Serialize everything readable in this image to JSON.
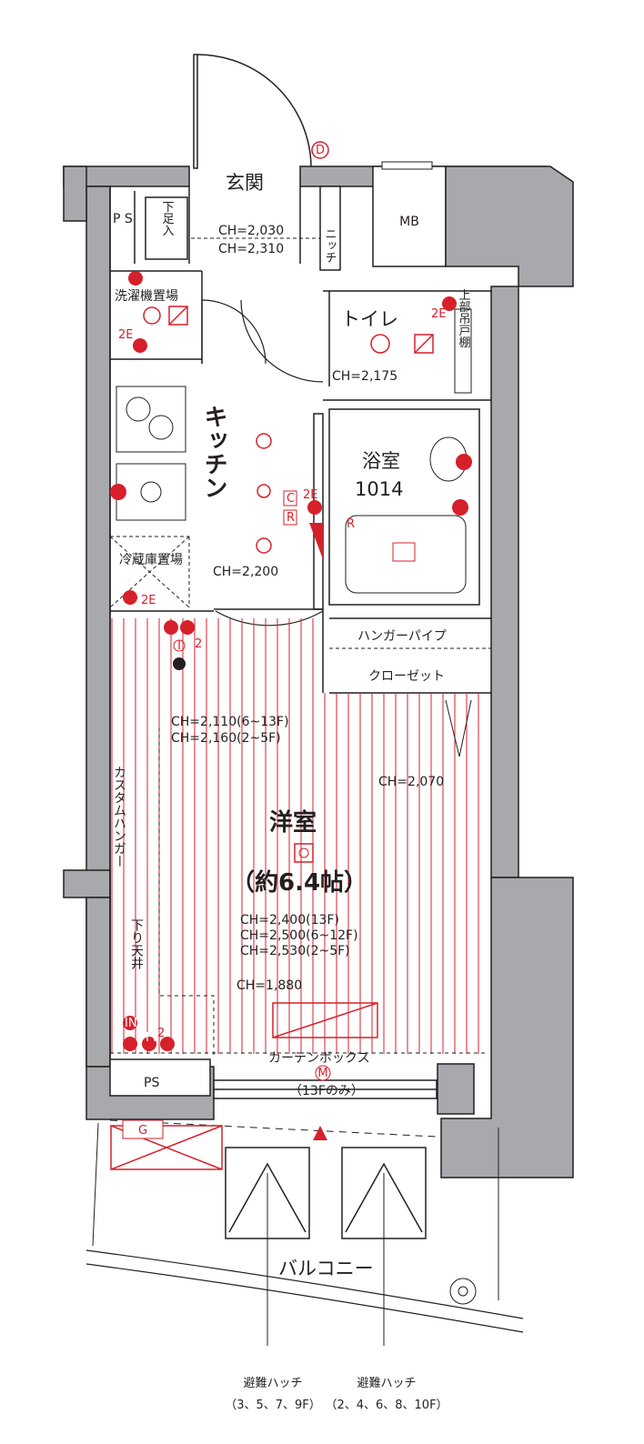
{
  "rooms": {
    "entrance": "玄関",
    "ps_top": "P S",
    "shoe_box": "下足入",
    "niche": "ニッチ",
    "mb": "MB",
    "laundry": "洗濯機置場",
    "toilet": "トイレ",
    "upper_cabinet": "上部吊戸棚",
    "kitchen": "キッチン",
    "bath": "浴室",
    "bath_size": "1014",
    "fridge": "冷蔵庫置場",
    "hanger_pipe": "ハンガーパイプ",
    "closet": "クローゼット",
    "custom_hanger": "カスタムハンガー",
    "lowered_ceiling": "下り天井",
    "western_room": "洋室",
    "western_size": "（約6.4帖）",
    "curtain_box": "カーテンボックス",
    "curtain_note": "（13Fのみ）",
    "ps_bottom": "PS",
    "balcony": "バルコニー",
    "hatch_left_label": "避難ハッチ",
    "hatch_left_floors": "（3、5、7、9F）",
    "hatch_right_label": "避難ハッチ",
    "hatch_right_floors": "（2、4、6、8、10F）"
  },
  "ceiling_heights": {
    "entrance_1": "CH=2,030",
    "entrance_2": "CH=2,310",
    "toilet": "CH=2,175",
    "kitchen": "CH=2,200",
    "room_a1": "CH=2,110(6~13F)",
    "room_a2": "CH=2,160(2~5F)",
    "closet": "CH=2,070",
    "room_b1": "CH=2,400(13F)",
    "room_b2": "CH=2,500(6~12F)",
    "room_b3": "CH=2,530(2~5F)",
    "lowered": "CH=1,880"
  },
  "symbols": {
    "d": "D",
    "e2": "2E",
    "c": "C",
    "r": "R",
    "i": "I",
    "two": "2",
    "in": "IN",
    "tv": "TV",
    "m": "M",
    "g": "G"
  },
  "colors": {
    "wall": "#a7a9ac",
    "line": "#231f20",
    "red": "#d6202b"
  }
}
